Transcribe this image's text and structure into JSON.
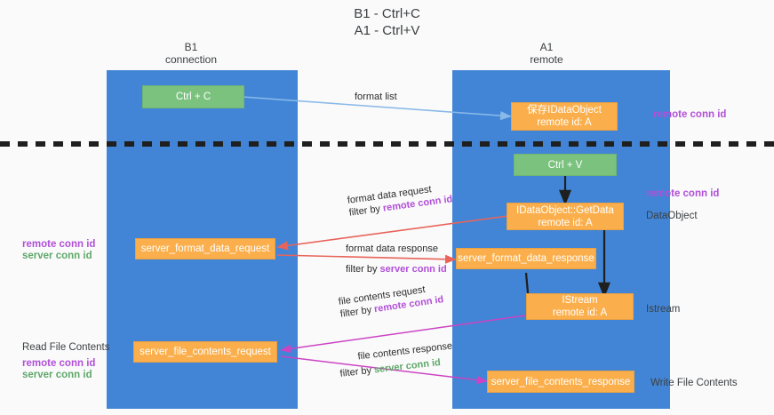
{
  "title": {
    "line1": "B1 - Ctrl+C",
    "line2": "A1 - Ctrl+V"
  },
  "columns": [
    {
      "name": "B1",
      "role": "connection"
    },
    {
      "name": "A1",
      "role": "remote"
    }
  ],
  "nodes": {
    "ctrl_c": {
      "label": "Ctrl + C",
      "sub": "",
      "color": "#7bc27f"
    },
    "ctrl_v": {
      "label": "Ctrl + V",
      "sub": "",
      "color": "#7bc27f"
    },
    "save_dataobject": {
      "label": "保存IDataObject",
      "sub": "remote id: A",
      "color": "#fbaf4c"
    },
    "getdata": {
      "label": "IDataObject::GetData",
      "sub": "remote id: A",
      "color": "#fbaf4c"
    },
    "istream": {
      "label": "IStream",
      "sub": "remote id: A",
      "color": "#fbaf4c"
    },
    "server_format_data_request": {
      "label": "server_format_data_request",
      "sub": "",
      "color": "#fbaf4c"
    },
    "server_format_data_response": {
      "label": "server_format_data_response",
      "sub": "",
      "color": "#fbaf4c"
    },
    "server_file_contents_request": {
      "label": "server_file_contents_request",
      "sub": "",
      "color": "#fbaf4c"
    },
    "server_file_contents_response": {
      "label": "server_file_contents_response",
      "sub": "",
      "color": "#fbaf4c"
    }
  },
  "edges": {
    "format_list": {
      "label": "format list",
      "color": "#8ab9e8"
    },
    "format_data_request": {
      "label": "format data request",
      "filter_prefix": "filter by ",
      "filter_key": "remote conn id",
      "color": "#e8645a"
    },
    "format_data_response": {
      "label": "format data response",
      "filter_prefix": "filter by ",
      "filter_key": "server conn id",
      "color": "#e8645a"
    },
    "file_contents_request": {
      "label": "file contents request",
      "filter_prefix": "filter by ",
      "filter_key": "remote conn id",
      "color": "#cc44c4"
    },
    "file_contents_response": {
      "label": "file contents response",
      "filter_prefix": "filter by ",
      "filter_key": "server conn id",
      "color": "#cc44c4"
    }
  },
  "side_notes": {
    "right_top_conn": "remote conn id",
    "right_mid_conn": "remote conn id",
    "right_dataobject": "DataObject",
    "right_istream": "Istream",
    "right_write": "Write File Contents",
    "left_remote_conn": "remote conn id",
    "left_server_conn": "server conn id",
    "left_read": "Read File Contents",
    "left_read_remote_conn": "remote conn id",
    "left_read_server_conn": "server conn id"
  },
  "colors": {
    "lane": "#4285d6",
    "orange": "#fbaf4c",
    "green": "#7bc27f",
    "purple": "#b14fd8",
    "green_text": "#5fa86a",
    "red_arrow": "#e8645a",
    "magenta_arrow": "#cc44c4",
    "blue_arrow": "#8ab9e8",
    "divider": "#1f1f1f",
    "background": "#fafafa"
  }
}
